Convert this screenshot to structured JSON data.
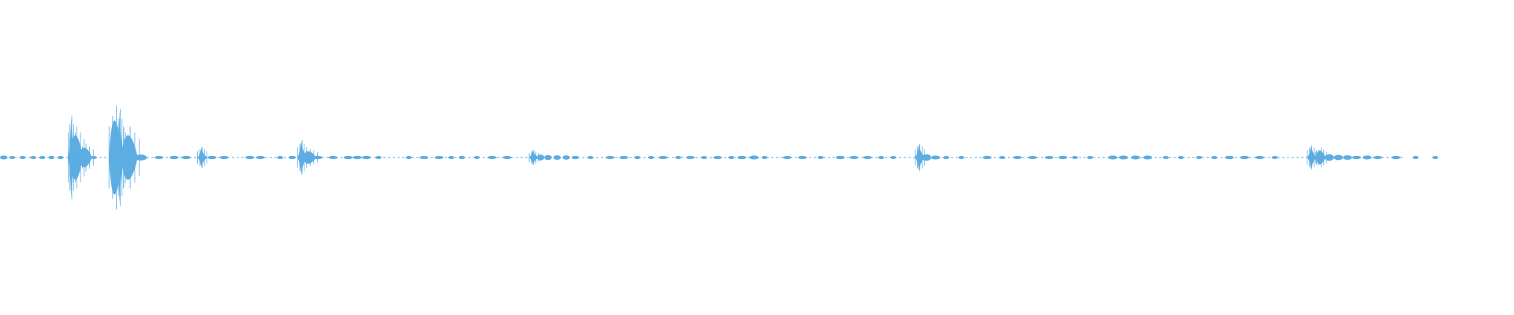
{
  "waveform": {
    "color": "#5dade2",
    "background": "#ffffff",
    "baseline_level": 0.005,
    "duration_fraction": 0.95,
    "peaks": [
      {
        "t": 0.0025,
        "amp": 0.012,
        "w": 0.0025,
        "kind": "blip"
      },
      {
        "t": 0.008,
        "amp": 0.006,
        "w": 0.002,
        "kind": "blip"
      },
      {
        "t": 0.015,
        "amp": 0.006,
        "w": 0.002,
        "kind": "blip"
      },
      {
        "t": 0.022,
        "amp": 0.007,
        "w": 0.002,
        "kind": "blip"
      },
      {
        "t": 0.028,
        "amp": 0.007,
        "w": 0.002,
        "kind": "blip"
      },
      {
        "t": 0.034,
        "amp": 0.01,
        "w": 0.002,
        "kind": "blip"
      },
      {
        "t": 0.04,
        "amp": 0.006,
        "w": 0.002,
        "kind": "blip"
      },
      {
        "t": 0.047,
        "amp": 0.12,
        "w": 0.002,
        "kind": "spike"
      },
      {
        "t": 0.05,
        "amp": 0.09,
        "w": 0.004,
        "kind": "burst"
      },
      {
        "t": 0.056,
        "amp": 0.04,
        "w": 0.004,
        "kind": "burst"
      },
      {
        "t": 0.062,
        "amp": 0.008,
        "w": 0.002,
        "kind": "blip"
      },
      {
        "t": 0.076,
        "amp": 0.15,
        "w": 0.004,
        "kind": "burst"
      },
      {
        "t": 0.079,
        "amp": 0.14,
        "w": 0.002,
        "kind": "spike"
      },
      {
        "t": 0.085,
        "amp": 0.09,
        "w": 0.005,
        "kind": "burst"
      },
      {
        "t": 0.093,
        "amp": 0.018,
        "w": 0.004,
        "kind": "blip"
      },
      {
        "t": 0.105,
        "amp": 0.008,
        "w": 0.003,
        "kind": "blip"
      },
      {
        "t": 0.115,
        "amp": 0.01,
        "w": 0.003,
        "kind": "blip"
      },
      {
        "t": 0.123,
        "amp": 0.01,
        "w": 0.003,
        "kind": "blip"
      },
      {
        "t": 0.133,
        "amp": 0.03,
        "w": 0.0025,
        "kind": "spike"
      },
      {
        "t": 0.14,
        "amp": 0.01,
        "w": 0.003,
        "kind": "blip"
      },
      {
        "t": 0.148,
        "amp": 0.008,
        "w": 0.003,
        "kind": "blip"
      },
      {
        "t": 0.165,
        "amp": 0.01,
        "w": 0.003,
        "kind": "blip"
      },
      {
        "t": 0.172,
        "amp": 0.008,
        "w": 0.003,
        "kind": "blip"
      },
      {
        "t": 0.185,
        "amp": 0.008,
        "w": 0.002,
        "kind": "blip"
      },
      {
        "t": 0.193,
        "amp": 0.01,
        "w": 0.0025,
        "kind": "blip"
      },
      {
        "t": 0.199,
        "amp": 0.05,
        "w": 0.0025,
        "kind": "spike"
      },
      {
        "t": 0.204,
        "amp": 0.025,
        "w": 0.004,
        "kind": "burst"
      },
      {
        "t": 0.21,
        "amp": 0.01,
        "w": 0.003,
        "kind": "blip"
      },
      {
        "t": 0.22,
        "amp": 0.008,
        "w": 0.003,
        "kind": "blip"
      },
      {
        "t": 0.23,
        "amp": 0.01,
        "w": 0.003,
        "kind": "blip"
      },
      {
        "t": 0.236,
        "amp": 0.01,
        "w": 0.003,
        "kind": "blip"
      },
      {
        "t": 0.242,
        "amp": 0.01,
        "w": 0.003,
        "kind": "blip"
      },
      {
        "t": 0.25,
        "amp": 0.005,
        "w": 0.002,
        "kind": "blip"
      },
      {
        "t": 0.27,
        "amp": 0.005,
        "w": 0.002,
        "kind": "blip"
      },
      {
        "t": 0.28,
        "amp": 0.007,
        "w": 0.003,
        "kind": "blip"
      },
      {
        "t": 0.29,
        "amp": 0.007,
        "w": 0.003,
        "kind": "blip"
      },
      {
        "t": 0.298,
        "amp": 0.007,
        "w": 0.002,
        "kind": "blip"
      },
      {
        "t": 0.305,
        "amp": 0.01,
        "w": 0.002,
        "kind": "blip"
      },
      {
        "t": 0.315,
        "amp": 0.006,
        "w": 0.002,
        "kind": "blip"
      },
      {
        "t": 0.325,
        "amp": 0.006,
        "w": 0.003,
        "kind": "blip"
      },
      {
        "t": 0.335,
        "amp": 0.006,
        "w": 0.003,
        "kind": "blip"
      },
      {
        "t": 0.352,
        "amp": 0.022,
        "w": 0.0025,
        "kind": "spike"
      },
      {
        "t": 0.357,
        "amp": 0.018,
        "w": 0.0025,
        "kind": "blip"
      },
      {
        "t": 0.362,
        "amp": 0.015,
        "w": 0.0025,
        "kind": "blip"
      },
      {
        "t": 0.368,
        "amp": 0.014,
        "w": 0.0025,
        "kind": "blip"
      },
      {
        "t": 0.374,
        "amp": 0.013,
        "w": 0.0025,
        "kind": "blip"
      },
      {
        "t": 0.38,
        "amp": 0.01,
        "w": 0.0025,
        "kind": "blip"
      },
      {
        "t": 0.39,
        "amp": 0.007,
        "w": 0.002,
        "kind": "blip"
      },
      {
        "t": 0.403,
        "amp": 0.008,
        "w": 0.003,
        "kind": "blip"
      },
      {
        "t": 0.412,
        "amp": 0.007,
        "w": 0.003,
        "kind": "blip"
      },
      {
        "t": 0.421,
        "amp": 0.01,
        "w": 0.002,
        "kind": "blip"
      },
      {
        "t": 0.43,
        "amp": 0.007,
        "w": 0.002,
        "kind": "blip"
      },
      {
        "t": 0.438,
        "amp": 0.007,
        "w": 0.003,
        "kind": "blip"
      },
      {
        "t": 0.448,
        "amp": 0.007,
        "w": 0.002,
        "kind": "blip"
      },
      {
        "t": 0.456,
        "amp": 0.007,
        "w": 0.003,
        "kind": "blip"
      },
      {
        "t": 0.465,
        "amp": 0.007,
        "w": 0.002,
        "kind": "blip"
      },
      {
        "t": 0.474,
        "amp": 0.007,
        "w": 0.003,
        "kind": "blip"
      },
      {
        "t": 0.483,
        "amp": 0.007,
        "w": 0.002,
        "kind": "blip"
      },
      {
        "t": 0.49,
        "amp": 0.01,
        "w": 0.003,
        "kind": "blip"
      },
      {
        "t": 0.498,
        "amp": 0.012,
        "w": 0.003,
        "kind": "blip"
      },
      {
        "t": 0.505,
        "amp": 0.007,
        "w": 0.002,
        "kind": "blip"
      },
      {
        "t": 0.52,
        "amp": 0.007,
        "w": 0.003,
        "kind": "blip"
      },
      {
        "t": 0.53,
        "amp": 0.007,
        "w": 0.003,
        "kind": "blip"
      },
      {
        "t": 0.542,
        "amp": 0.007,
        "w": 0.002,
        "kind": "blip"
      },
      {
        "t": 0.555,
        "amp": 0.01,
        "w": 0.003,
        "kind": "blip"
      },
      {
        "t": 0.564,
        "amp": 0.008,
        "w": 0.003,
        "kind": "blip"
      },
      {
        "t": 0.573,
        "amp": 0.008,
        "w": 0.003,
        "kind": "blip"
      },
      {
        "t": 0.582,
        "amp": 0.007,
        "w": 0.002,
        "kind": "blip"
      },
      {
        "t": 0.59,
        "amp": 0.006,
        "w": 0.002,
        "kind": "blip"
      },
      {
        "t": 0.607,
        "amp": 0.04,
        "w": 0.0025,
        "kind": "spike"
      },
      {
        "t": 0.612,
        "amp": 0.02,
        "w": 0.003,
        "kind": "blip"
      },
      {
        "t": 0.618,
        "amp": 0.012,
        "w": 0.003,
        "kind": "blip"
      },
      {
        "t": 0.625,
        "amp": 0.007,
        "w": 0.002,
        "kind": "blip"
      },
      {
        "t": 0.635,
        "amp": 0.007,
        "w": 0.002,
        "kind": "blip"
      },
      {
        "t": 0.652,
        "amp": 0.01,
        "w": 0.003,
        "kind": "blip"
      },
      {
        "t": 0.662,
        "amp": 0.007,
        "w": 0.002,
        "kind": "blip"
      },
      {
        "t": 0.672,
        "amp": 0.007,
        "w": 0.003,
        "kind": "blip"
      },
      {
        "t": 0.682,
        "amp": 0.007,
        "w": 0.003,
        "kind": "blip"
      },
      {
        "t": 0.693,
        "amp": 0.008,
        "w": 0.003,
        "kind": "blip"
      },
      {
        "t": 0.702,
        "amp": 0.01,
        "w": 0.003,
        "kind": "blip"
      },
      {
        "t": 0.71,
        "amp": 0.007,
        "w": 0.002,
        "kind": "blip"
      },
      {
        "t": 0.72,
        "amp": 0.006,
        "w": 0.002,
        "kind": "blip"
      },
      {
        "t": 0.735,
        "amp": 0.012,
        "w": 0.003,
        "kind": "blip"
      },
      {
        "t": 0.742,
        "amp": 0.012,
        "w": 0.003,
        "kind": "blip"
      },
      {
        "t": 0.75,
        "amp": 0.012,
        "w": 0.003,
        "kind": "blip"
      },
      {
        "t": 0.758,
        "amp": 0.012,
        "w": 0.003,
        "kind": "blip"
      },
      {
        "t": 0.77,
        "amp": 0.006,
        "w": 0.002,
        "kind": "blip"
      },
      {
        "t": 0.78,
        "amp": 0.006,
        "w": 0.002,
        "kind": "blip"
      },
      {
        "t": 0.792,
        "amp": 0.006,
        "w": 0.002,
        "kind": "blip"
      },
      {
        "t": 0.802,
        "amp": 0.006,
        "w": 0.002,
        "kind": "blip"
      },
      {
        "t": 0.812,
        "amp": 0.01,
        "w": 0.003,
        "kind": "blip"
      },
      {
        "t": 0.822,
        "amp": 0.01,
        "w": 0.003,
        "kind": "blip"
      },
      {
        "t": 0.832,
        "amp": 0.008,
        "w": 0.003,
        "kind": "blip"
      },
      {
        "t": 0.842,
        "amp": 0.007,
        "w": 0.002,
        "kind": "blip"
      },
      {
        "t": 0.866,
        "amp": 0.035,
        "w": 0.0025,
        "kind": "spike"
      },
      {
        "t": 0.872,
        "amp": 0.028,
        "w": 0.003,
        "kind": "burst"
      },
      {
        "t": 0.878,
        "amp": 0.02,
        "w": 0.003,
        "kind": "blip"
      },
      {
        "t": 0.884,
        "amp": 0.016,
        "w": 0.003,
        "kind": "blip"
      },
      {
        "t": 0.89,
        "amp": 0.014,
        "w": 0.003,
        "kind": "blip"
      },
      {
        "t": 0.896,
        "amp": 0.01,
        "w": 0.003,
        "kind": "blip"
      },
      {
        "t": 0.903,
        "amp": 0.012,
        "w": 0.003,
        "kind": "blip"
      },
      {
        "t": 0.91,
        "amp": 0.008,
        "w": 0.003,
        "kind": "blip"
      },
      {
        "t": 0.922,
        "amp": 0.01,
        "w": 0.003,
        "kind": "blip"
      },
      {
        "t": 0.935,
        "amp": 0.008,
        "w": 0.002,
        "kind": "blip"
      },
      {
        "t": 0.948,
        "amp": 0.007,
        "w": 0.002,
        "kind": "blip"
      }
    ]
  }
}
